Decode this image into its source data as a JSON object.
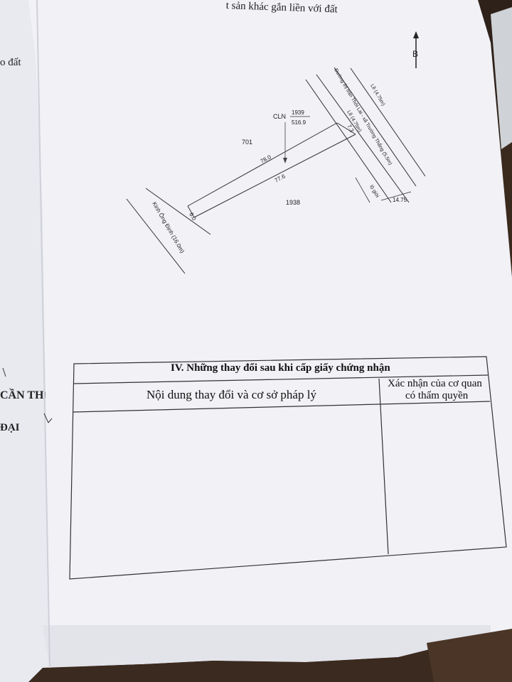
{
  "header": {
    "top_text": "t sản khác gắn liền với đất"
  },
  "back_page": {
    "text_dat": "o đất",
    "text_can_tho": "CẦN THƠ",
    "text_dai": "ĐẠI"
  },
  "map": {
    "north_label": "B",
    "parcel_neighbor_top": "701",
    "parcel_neighbor_bottom": "1938",
    "land_use": "CLN",
    "parcel_number": "1939",
    "parcel_area": "516.9",
    "edge_top": "78.0",
    "edge_bottom": "77.6",
    "edge_left": "6.0",
    "edge_right": "7.3",
    "canal_label": "Kinh Ông Định (16.0m)",
    "road_label": "Đường thị trấn Thới Lai - xã Trường Thắng (5.5m)",
    "setback_outer": "Lề (4.75m)",
    "setback_inner": "Lề (4.75m)",
    "road_marker": "lộ giới",
    "road_width": "14.75"
  },
  "section": {
    "title": "IV. Những thay đổi sau khi cấp giấy chứng nhận",
    "col_content": "Nội dung thay đổi và cơ sở pháp lý",
    "col_confirm_line1": "Xác nhận của cơ quan",
    "col_confirm_line2": "có thẩm quyền"
  }
}
